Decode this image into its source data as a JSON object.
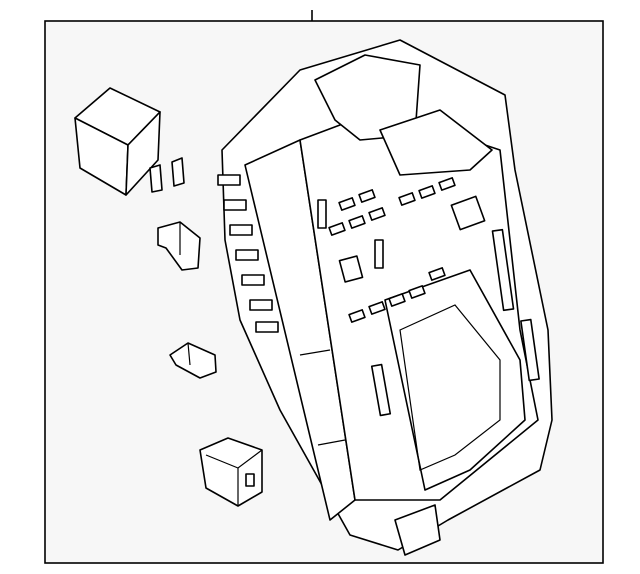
{
  "diagram": {
    "background": "#f7f7f7",
    "stroke": "#000000",
    "parts": [
      "relay",
      "fuse-large",
      "fuse-mini",
      "connector-relay",
      "fuse-block-assembly"
    ]
  }
}
